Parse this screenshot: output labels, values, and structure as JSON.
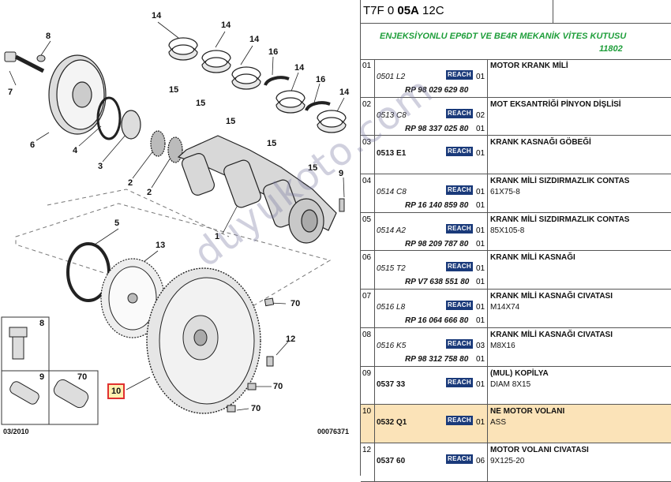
{
  "header": {
    "code_a": "T7F 0 ",
    "code_b": "05A",
    "code_c": " 12C"
  },
  "title": {
    "line1": "ENJEKSİYONLU EP6DT VE BE4R MEKANİK VİTES KUTUSU",
    "line2": "11802"
  },
  "diagram": {
    "callouts": [
      "14",
      "14",
      "14",
      "8",
      "16",
      "14",
      "16",
      "14",
      "7",
      "15",
      "15",
      "15",
      "15",
      "15",
      "6",
      "4",
      "3",
      "2",
      "2",
      "1",
      "9",
      "5",
      "13",
      "70",
      "12",
      "70",
      "70",
      "10"
    ],
    "inset_labels": [
      "8",
      "9",
      "70"
    ],
    "date": "03/2010",
    "doc_id": "00076371"
  },
  "watermark": "duyukoto.com",
  "rows": [
    {
      "num": "01",
      "ref": "0501 L2",
      "rp": "RP 98 029 629 80",
      "reach": "REACH",
      "qty": "01",
      "qty2": "",
      "desc": "MOTOR KRANK MİLİ",
      "sub": "",
      "ref_style": "it"
    },
    {
      "num": "02",
      "ref": "0513 C8",
      "rp": "RP 98 337 025 80",
      "reach": "REACH",
      "qty": "02",
      "qty2": "01",
      "desc": "MOT EKSANTRİĞİ PİNYON DİŞLİSİ",
      "sub": "",
      "ref_style": "it"
    },
    {
      "num": "03",
      "ref": "0513 E1",
      "rp": "",
      "reach": "REACH",
      "qty": "01",
      "qty2": "",
      "desc": "KRANK KASNAĞI GÖBEĞİ",
      "sub": "",
      "ref_style": "bd"
    },
    {
      "num": "04",
      "ref": "0514 C8",
      "rp": "RP 16 140 859 80",
      "reach": "REACH",
      "qty": "01",
      "qty2": "01",
      "desc": "KRANK MİLİ SIZDIRMAZLIK CONTAS",
      "sub": "61X75-8",
      "ref_style": "it"
    },
    {
      "num": "05",
      "ref": "0514 A2",
      "rp": "RP 98 209 787 80",
      "reach": "REACH",
      "qty": "01",
      "qty2": "01",
      "desc": "KRANK MİLİ SIZDIRMAZLIK CONTAS",
      "sub": "85X105-8",
      "ref_style": "it"
    },
    {
      "num": "06",
      "ref": "0515 T2",
      "rp": "RP V7 638 551 80",
      "reach": "REACH",
      "qty": "01",
      "qty2": "01",
      "desc": "KRANK MİLİ KASNAĞI",
      "sub": "",
      "ref_style": "it"
    },
    {
      "num": "07",
      "ref": "0516 L8",
      "rp": "RP 16 064 666 80",
      "reach": "REACH",
      "qty": "01",
      "qty2": "01",
      "desc": "KRANK MİLİ KASNAĞI CIVATASI",
      "sub": "M14X74",
      "ref_style": "it"
    },
    {
      "num": "08",
      "ref": "0516 K5",
      "rp": "RP 98 312 758 80",
      "reach": "REACH",
      "qty": "03",
      "qty2": "01",
      "desc": "KRANK MİLİ KASNAĞI CIVATASI",
      "sub": "M8X16",
      "ref_style": "it"
    },
    {
      "num": "09",
      "ref": "0537 33",
      "rp": "",
      "reach": "REACH",
      "qty": "01",
      "qty2": "",
      "desc": "(MUL) KOPİLYA",
      "sub": "DIAM 8X15",
      "ref_style": "bd"
    },
    {
      "num": "10",
      "ref": "0532 Q1",
      "rp": "",
      "reach": "REACH",
      "qty": "01",
      "qty2": "",
      "desc": "NE MOTOR VOLANI",
      "sub": "ASS",
      "ref_style": "bd",
      "highlight": true
    },
    {
      "num": "12",
      "ref": "0537 60",
      "rp": "",
      "reach": "REACH",
      "qty": "06",
      "qty2": "",
      "desc": "MOTOR VOLANI CIVATASI",
      "sub": "9X125-20",
      "ref_style": "bd"
    }
  ]
}
